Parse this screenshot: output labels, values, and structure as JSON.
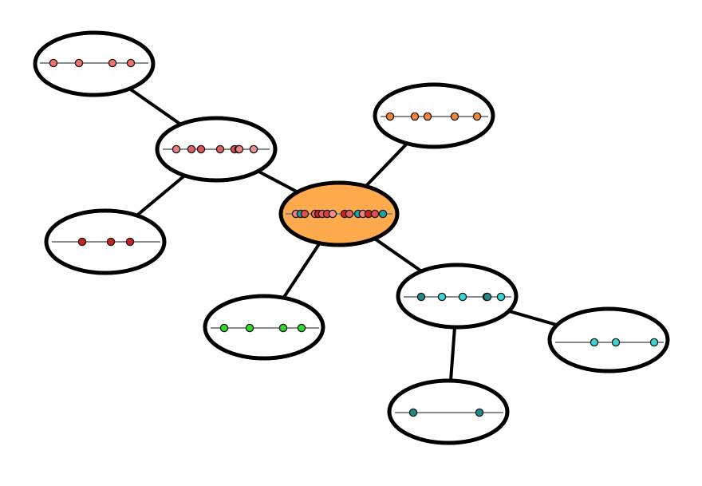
{
  "diagram": {
    "type": "tree-cluster-diagram",
    "colors": {
      "background": "#ffffff",
      "node_fill": "#ffffff",
      "root_fill": "#ffaa4d",
      "outline": "#000000",
      "axis": "#8a8a8a"
    },
    "nodes": [
      {
        "id": "root",
        "role": "root",
        "dot_colors": [
          "#f08080",
          "#20a0a0",
          "#e05050",
          "#f07070",
          "#cc2222",
          "#e06060",
          "#d94040",
          "#f09090",
          "#cc2222",
          "#e06060",
          "#20a0a0",
          "#f08080",
          "#cc2222",
          "#e05050",
          "#20a0a0"
        ]
      },
      {
        "id": "pink-parent",
        "role": "branch",
        "dot_colors": [
          "#f08080",
          "#e06060",
          "#e05050",
          "#e06060",
          "#e05050",
          "#f08080",
          "#f09090",
          "#f08080"
        ]
      },
      {
        "id": "pink-top-leaf",
        "role": "leaf",
        "dot_colors": [
          "#f07070",
          "#f07070",
          "#f07070",
          "#f07070"
        ]
      },
      {
        "id": "red-leaf",
        "role": "leaf",
        "dot_colors": [
          "#cc2222",
          "#cc2222",
          "#cc2222"
        ]
      },
      {
        "id": "orange-leaf",
        "role": "leaf",
        "dot_colors": [
          "#f5833a",
          "#f5833a",
          "#f5833a",
          "#f5833a",
          "#f5833a"
        ]
      },
      {
        "id": "green-leaf",
        "role": "leaf",
        "dot_colors": [
          "#2ed82e",
          "#2ed82e",
          "#2ed82e",
          "#2ed82e"
        ]
      },
      {
        "id": "teal-parent",
        "role": "branch",
        "dot_colors": [
          "#1f8a8a",
          "#35d6d6",
          "#35d6d6",
          "#35d6d6",
          "#1f8a8a",
          "#35d6d6"
        ]
      },
      {
        "id": "cyan-leaf",
        "role": "leaf",
        "dot_colors": [
          "#35d6d6",
          "#35d6d6",
          "#35d6d6"
        ]
      },
      {
        "id": "dark-teal-leaf",
        "role": "leaf",
        "dot_colors": [
          "#1f8a8a",
          "#1f8a8a"
        ]
      }
    ],
    "edges": [
      {
        "from": "root",
        "to": "pink-parent"
      },
      {
        "from": "pink-parent",
        "to": "pink-top-leaf"
      },
      {
        "from": "pink-parent",
        "to": "red-leaf"
      },
      {
        "from": "root",
        "to": "orange-leaf"
      },
      {
        "from": "root",
        "to": "green-leaf"
      },
      {
        "from": "root",
        "to": "teal-parent"
      },
      {
        "from": "teal-parent",
        "to": "cyan-leaf"
      },
      {
        "from": "teal-parent",
        "to": "dark-teal-leaf"
      }
    ]
  }
}
